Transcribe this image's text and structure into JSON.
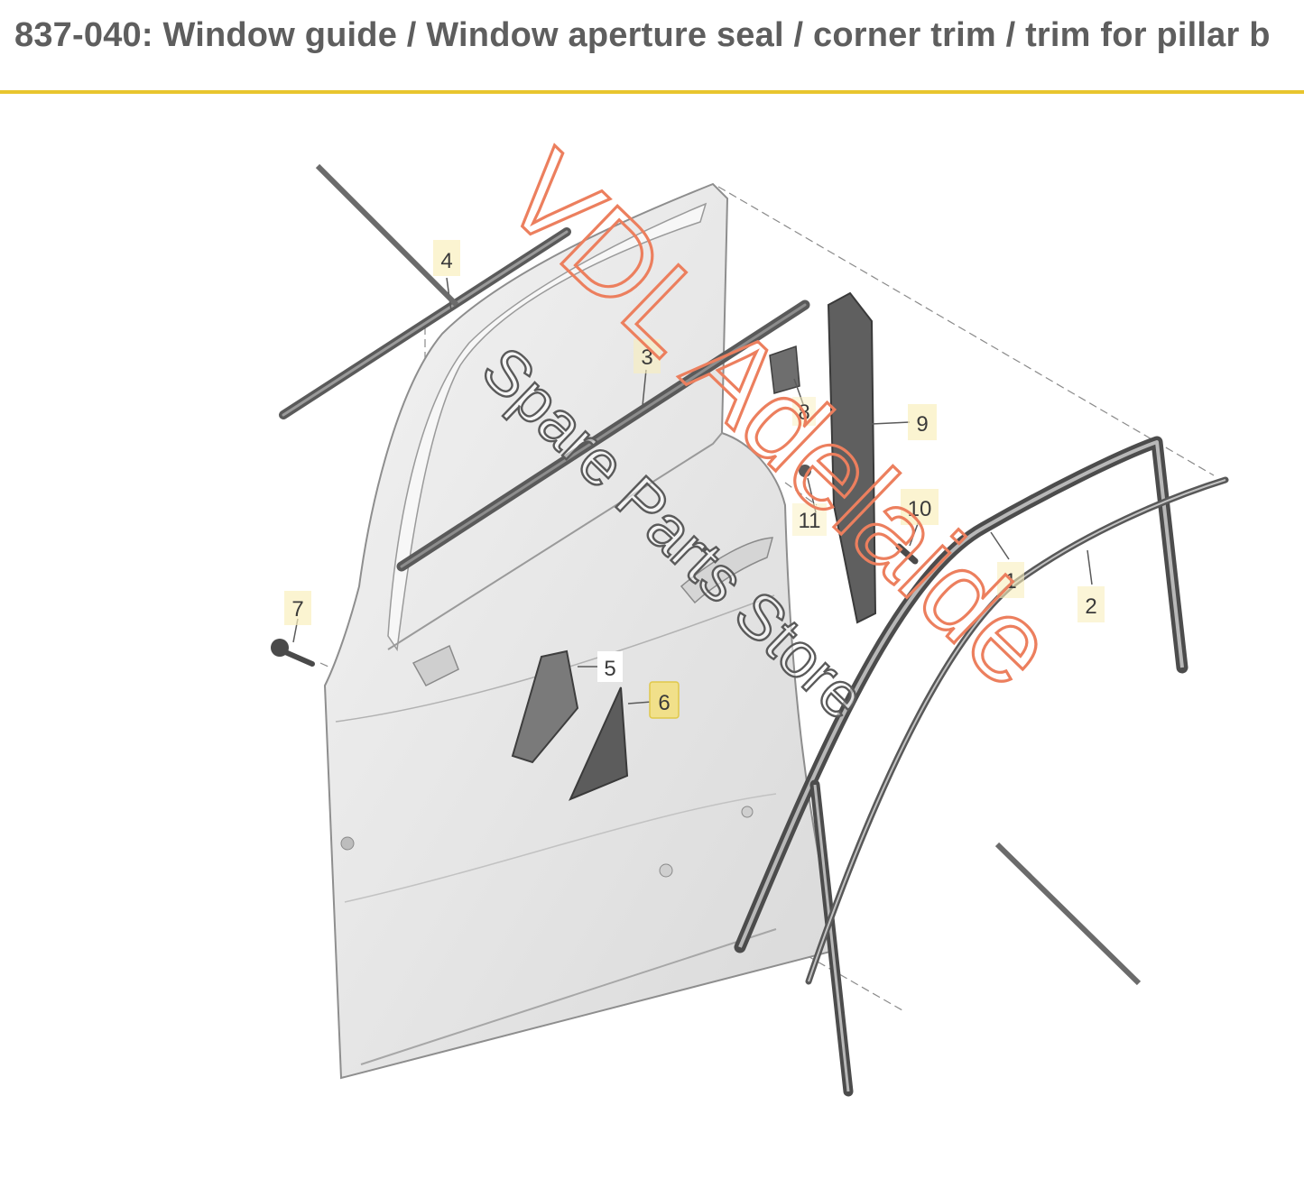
{
  "header": {
    "title": "837-040: Window guide / Window aperture seal / corner trim / trim for pillar b"
  },
  "callouts": [
    {
      "id": "callout-1",
      "label": "1"
    },
    {
      "id": "callout-2",
      "label": "2"
    },
    {
      "id": "callout-3",
      "label": "3"
    },
    {
      "id": "callout-4",
      "label": "4"
    },
    {
      "id": "callout-5",
      "label": "5"
    },
    {
      "id": "callout-6",
      "label": "6"
    },
    {
      "id": "callout-7",
      "label": "7"
    },
    {
      "id": "callout-8",
      "label": "8"
    },
    {
      "id": "callout-9",
      "label": "9"
    },
    {
      "id": "callout-10",
      "label": "10"
    },
    {
      "id": "callout-11",
      "label": "11"
    }
  ],
  "watermark": {
    "line1": "VDL Adelaide",
    "line2": "Spare Parts Store"
  },
  "colors": {
    "header_rule": "#e8c52e",
    "watermark_primary": "#ec7f5e",
    "watermark_secondary": "#5a5a5a",
    "label_box": "#f1e08a"
  }
}
